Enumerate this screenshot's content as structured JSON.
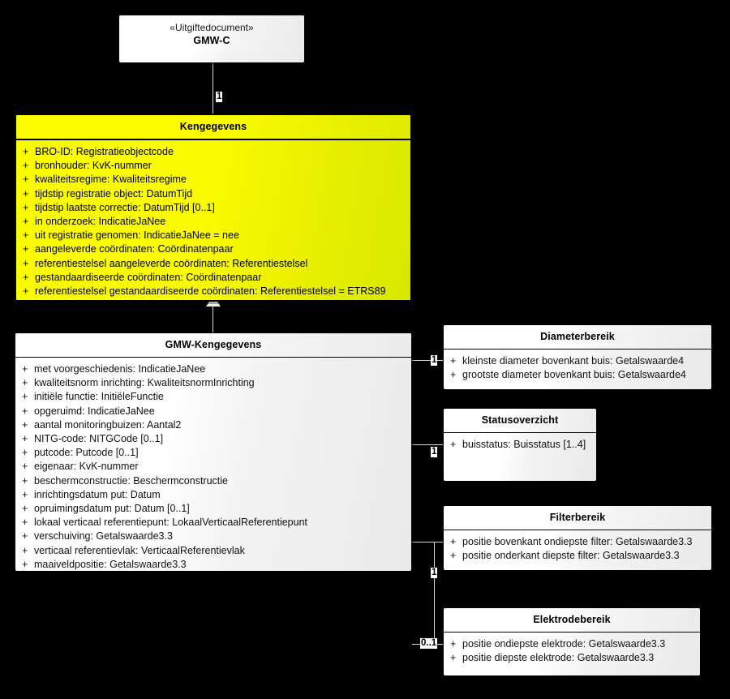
{
  "diagram": {
    "type": "uml-class-diagram",
    "background_color": "#000000",
    "highlight_color": "#fcfc00"
  },
  "classes": {
    "gmw_c": {
      "stereotype": "«Uitgiftedocument»",
      "name": "GMW-C",
      "attributes": []
    },
    "kengegevens": {
      "name": "Kengegevens",
      "attributes": [
        {
          "visibility": "+",
          "text": "BRO-ID: Registratieobjectcode"
        },
        {
          "visibility": "+",
          "text": "bronhouder: KvK-nummer"
        },
        {
          "visibility": "+",
          "text": "kwaliteitsregime: Kwaliteitsregime"
        },
        {
          "visibility": "+",
          "text": "tijdstip registratie object: DatumTijd"
        },
        {
          "visibility": "+",
          "text": "tijdstip laatste correctie: DatumTijd [0..1]"
        },
        {
          "visibility": "+",
          "text": "in onderzoek: IndicatieJaNee"
        },
        {
          "visibility": "+",
          "text": "uit registratie genomen: IndicatieJaNee = nee"
        },
        {
          "visibility": "+",
          "text": "aangeleverde coördinaten: Coördinatenpaar"
        },
        {
          "visibility": "+",
          "text": "referentiestelsel aangeleverde coördinaten: Referentiestelsel"
        },
        {
          "visibility": "+",
          "text": "gestandaardiseerde coördinaten: Coördinatenpaar"
        },
        {
          "visibility": "+",
          "text": "referentiestelsel gestandaardiseerde coördinaten: Referentiestelsel = ETRS89"
        }
      ]
    },
    "gmw_kengegevens": {
      "name": "GMW-Kengegevens",
      "attributes": [
        {
          "visibility": "+",
          "text": "met voorgeschiedenis: IndicatieJaNee"
        },
        {
          "visibility": "+",
          "text": "kwaliteitsnorm inrichting: KwaliteitsnormInrichting"
        },
        {
          "visibility": "+",
          "text": "initiële functie: InitiëleFunctie"
        },
        {
          "visibility": "+",
          "text": "opgeruimd: IndicatieJaNee"
        },
        {
          "visibility": "+",
          "text": "aantal monitoringbuizen: Aantal2"
        },
        {
          "visibility": "+",
          "text": "NITG-code: NITGCode [0..1]"
        },
        {
          "visibility": "+",
          "text": "putcode: Putcode [0..1]"
        },
        {
          "visibility": "+",
          "text": "eigenaar: KvK-nummer"
        },
        {
          "visibility": "+",
          "text": "beschermconstructie: Beschermconstructie"
        },
        {
          "visibility": "+",
          "text": "inrichtingsdatum put: Datum"
        },
        {
          "visibility": "+",
          "text": "opruimingsdatum put: Datum [0..1]"
        },
        {
          "visibility": "+",
          "text": "lokaal verticaal referentiepunt: LokaalVerticaalReferentiepunt"
        },
        {
          "visibility": "+",
          "text": "verschuiving: Getalswaarde3.3"
        },
        {
          "visibility": "+",
          "text": "verticaal referentievlak: VerticaalReferentievlak"
        },
        {
          "visibility": "+",
          "text": "maaiveldpositie: Getalswaarde3.3"
        }
      ]
    },
    "diameterbereik": {
      "name": "Diameterbereik",
      "attributes": [
        {
          "visibility": "+",
          "text": "kleinste diameter bovenkant buis: Getalswaarde4"
        },
        {
          "visibility": "+",
          "text": "grootste diameter bovenkant buis: Getalswaarde4"
        }
      ]
    },
    "statusoverzicht": {
      "name": "Statusoverzicht",
      "attributes": [
        {
          "visibility": "+",
          "text": "buisstatus: Buisstatus [1..4]"
        }
      ]
    },
    "filterbereik": {
      "name": "Filterbereik",
      "attributes": [
        {
          "visibility": "+",
          "text": "positie bovenkant ondiepste filter: Getalswaarde3.3"
        },
        {
          "visibility": "+",
          "text": "positie onderkant diepste filter: Getalswaarde3.3"
        }
      ]
    },
    "elektrodebereik": {
      "name": "Elektrodebereik",
      "attributes": [
        {
          "visibility": "+",
          "text": "positie ondiepste elektrode: Getalswaarde3.3"
        },
        {
          "visibility": "+",
          "text": "positie diepste elektrode: Getalswaarde3.3"
        }
      ]
    }
  },
  "multiplicities": {
    "gmwc_to_kengegevens": "1",
    "to_diameterbereik": "1",
    "to_statusoverzicht": "1",
    "to_filterbereik": "1",
    "to_elektrodebereik": "0..1"
  }
}
